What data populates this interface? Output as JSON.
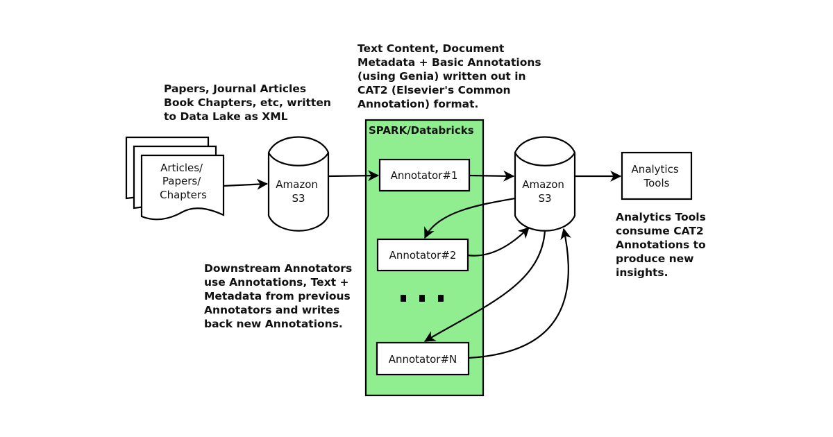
{
  "colors": {
    "spark_fill": "#90ee90",
    "stroke": "#000000",
    "node_fill": "#ffffff"
  },
  "notes": {
    "input": [
      "Papers, Journal Articles",
      "Book Chapters, etc, written",
      "to Data Lake as XML"
    ],
    "cat2": [
      "Text Content, Document",
      "Metadata + Basic Annotations",
      "(using Genia) written out in",
      "CAT2 (Elsevier's Common",
      "Annotation) format."
    ],
    "downstream": [
      "Downstream Annotators",
      "use Annotations, Text +",
      "Metadata from previous",
      "Annotators and writes",
      "back new Annotations."
    ],
    "analytics": [
      "Analytics Tools",
      "consume CAT2",
      "Annotations to",
      "produce new",
      "insights."
    ]
  },
  "nodes": {
    "documents": {
      "icon": "document-stack-icon",
      "lines": [
        "Articles/",
        "Papers/",
        "Chapters"
      ]
    },
    "s3_input": {
      "icon": "database-cylinder-icon",
      "lines": [
        "Amazon",
        "S3"
      ]
    },
    "spark": {
      "title": "SPARK/Databricks"
    },
    "annotator1": {
      "label": "Annotator#1"
    },
    "annotator2": {
      "label": "Annotator#2"
    },
    "ellipsis": {
      "label": "..."
    },
    "annotatorN": {
      "label": "Annotator#N"
    },
    "s3_output": {
      "icon": "database-cylinder-icon",
      "lines": [
        "Amazon",
        "S3"
      ]
    },
    "analytics": {
      "lines": [
        "Analytics",
        "Tools"
      ]
    }
  },
  "edges": [
    {
      "from": "documents",
      "to": "s3_input"
    },
    {
      "from": "s3_input",
      "to": "annotator1"
    },
    {
      "from": "annotator1",
      "to": "s3_output"
    },
    {
      "from": "s3_output",
      "to": "analytics"
    },
    {
      "from": "s3_output",
      "to": "annotator2"
    },
    {
      "from": "annotator2",
      "to": "s3_output"
    },
    {
      "from": "s3_output",
      "to": "annotatorN"
    },
    {
      "from": "annotatorN",
      "to": "s3_output"
    }
  ]
}
